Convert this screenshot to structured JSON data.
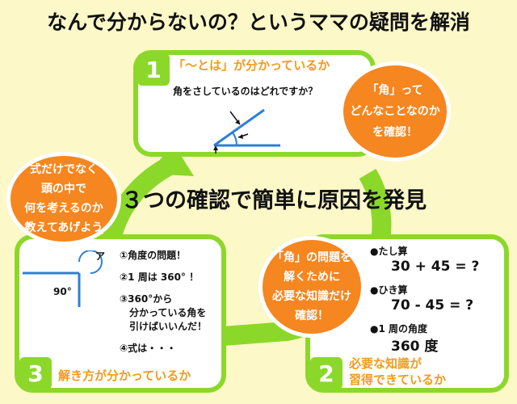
{
  "title": "なんで分からないの？というママの疑問を解消",
  "center_text": "３つの確認で簡単に原因を発見",
  "colors": {
    "accent_green": "#8cd82a",
    "accent_orange": "#f6861f",
    "title_orange": "#f39a1a",
    "background": "#fdf8c7"
  },
  "step1": {
    "number": "1",
    "title": "「〜とは」が分かっているか",
    "question": "角をさしているのはどれですか？",
    "bubble": [
      "「角」って",
      "どんなことなのか",
      "を確認！"
    ]
  },
  "step2": {
    "number": "2",
    "title_lines": [
      "必要な知識が",
      "習得できているか"
    ],
    "bubble": [
      "「角」の問題を",
      "解くために",
      "必要な知識だけ",
      "確認！"
    ],
    "items": [
      {
        "label": "●たし算",
        "value": "30 + 45 = ?"
      },
      {
        "label": "●ひき算",
        "value": "70 - 45 = ?"
      },
      {
        "label": "●1 周の角度",
        "value": "360 度"
      }
    ]
  },
  "step3": {
    "number": "3",
    "title": "解き方が分かっているか",
    "bubble": [
      "式だけでなく",
      "頭の中で",
      "何を考えるのか",
      "教えてあげよう"
    ],
    "angle_label": "90°",
    "mark_label": "ア",
    "steps": [
      [
        "①角度の問題！"
      ],
      [
        "②1 周は 360° ！"
      ],
      [
        "③360°から",
        "　分かっている角を",
        "　引けばいいんだ！"
      ],
      [
        "④式は・・・"
      ]
    ]
  }
}
